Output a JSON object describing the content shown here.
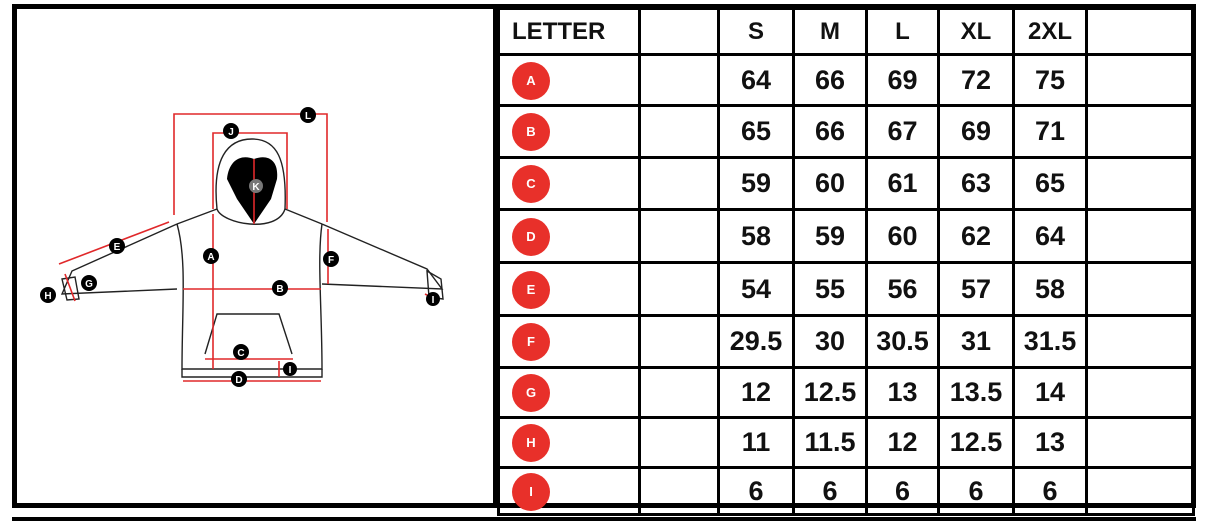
{
  "table": {
    "header": [
      "LETTER",
      "",
      "S",
      "M",
      "L",
      "XL",
      "2XL",
      ""
    ],
    "rows": [
      {
        "letter": "A",
        "values": [
          "64",
          "66",
          "69",
          "72",
          "75"
        ]
      },
      {
        "letter": "B",
        "values": [
          "65",
          "66",
          "67",
          "69",
          "71"
        ]
      },
      {
        "letter": "C",
        "values": [
          "59",
          "60",
          "61",
          "63",
          "65"
        ]
      },
      {
        "letter": "D",
        "values": [
          "58",
          "59",
          "60",
          "62",
          "64"
        ]
      },
      {
        "letter": "E",
        "values": [
          "54",
          "55",
          "56",
          "57",
          "58"
        ]
      },
      {
        "letter": "F",
        "values": [
          "29.5",
          "30",
          "30.5",
          "31",
          "31.5"
        ]
      },
      {
        "letter": "G",
        "values": [
          "12",
          "12.5",
          "13",
          "13.5",
          "14"
        ]
      },
      {
        "letter": "H",
        "values": [
          "11",
          "11.5",
          "12",
          "12.5",
          "13"
        ]
      },
      {
        "letter": "I",
        "values": [
          "6",
          "6",
          "6",
          "6",
          "6"
        ]
      }
    ]
  },
  "diagram": {
    "labels": {
      "a": "A",
      "b": "B",
      "c": "C",
      "d": "D",
      "e": "E",
      "f": "F",
      "g": "G",
      "h": "H",
      "i": "I",
      "j": "J",
      "k": "K",
      "l": "L"
    }
  },
  "colors": {
    "badge": "#e8302a",
    "measure_line": "#e0282a",
    "outline": "#222222"
  }
}
